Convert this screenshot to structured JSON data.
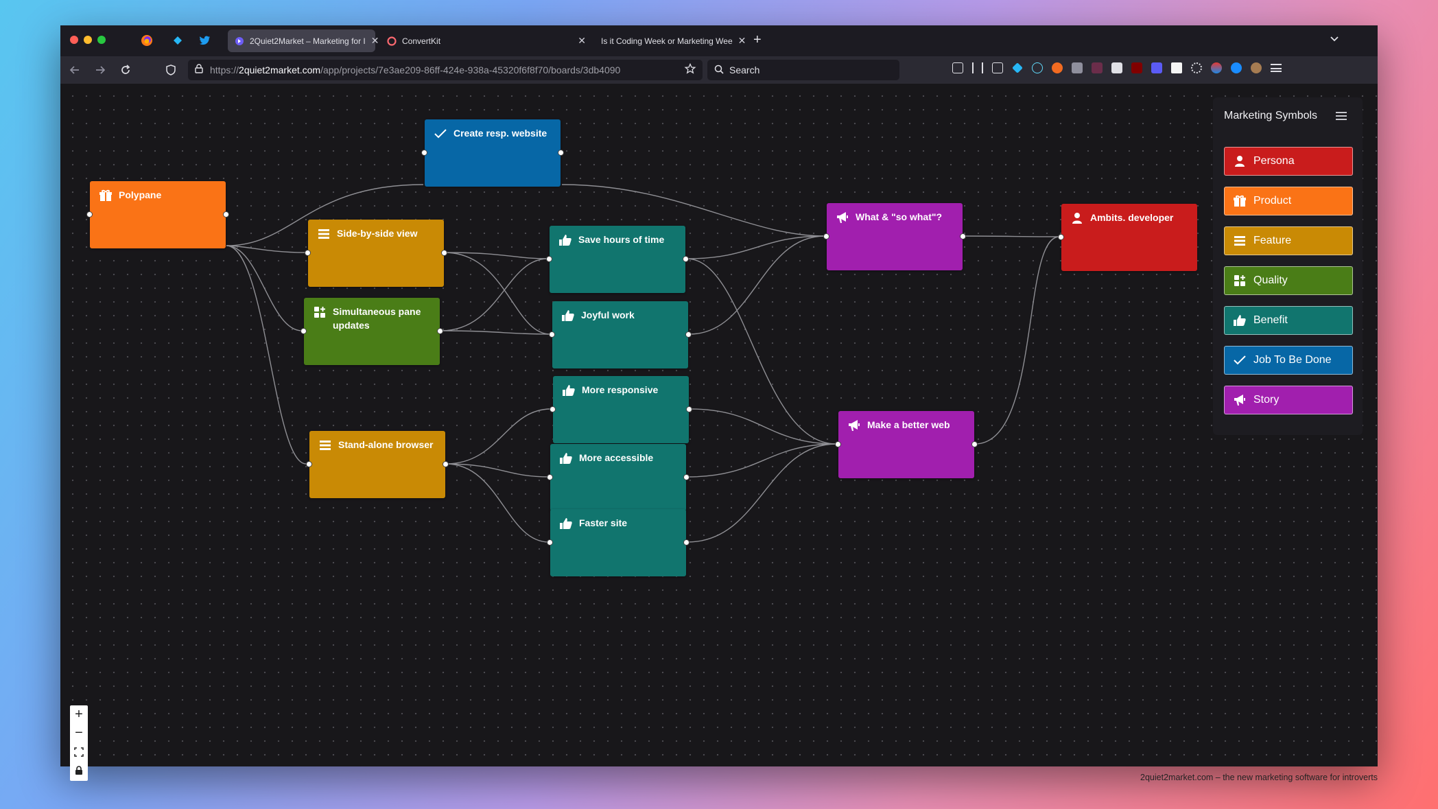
{
  "browser": {
    "tabs": [
      {
        "title": "2Quiet2Market – Marketing for I",
        "active": true
      },
      {
        "title": "ConvertKit",
        "active": false
      },
      {
        "title": "Is it Coding Week or Marketing Wee",
        "active": false
      }
    ],
    "url_prefix": "https://",
    "url_domain": "2quiet2market.com",
    "url_path": "/app/projects/7e3ae209-86ff-424e-938a-45320f6f8f70/boards/3db4090",
    "search_placeholder": "Search"
  },
  "board": {
    "nodes": [
      {
        "id": "polypane",
        "label": "Polypane",
        "type": "product"
      },
      {
        "id": "create",
        "label": "Create resp. website",
        "type": "job"
      },
      {
        "id": "sidebyside",
        "label": "Side-by-side view",
        "type": "feature"
      },
      {
        "id": "simultaneous",
        "label": "Simultaneous pane updates",
        "type": "quality"
      },
      {
        "id": "standalone",
        "label": "Stand-alone browser",
        "type": "feature"
      },
      {
        "id": "savehours",
        "label": "Save hours of time",
        "type": "benefit"
      },
      {
        "id": "joyful",
        "label": "Joyful work",
        "type": "benefit"
      },
      {
        "id": "responsive",
        "label": "More responsive",
        "type": "benefit"
      },
      {
        "id": "accessible",
        "label": "More accessible",
        "type": "benefit"
      },
      {
        "id": "faster",
        "label": "Faster site",
        "type": "benefit"
      },
      {
        "id": "whatsowhat",
        "label": "What & \"so what\"?",
        "type": "story"
      },
      {
        "id": "betterweb",
        "label": "Make a better web",
        "type": "story"
      },
      {
        "id": "ambits",
        "label": "Ambits. developer",
        "type": "persona"
      }
    ]
  },
  "legend": {
    "title": "Marketing Symbols",
    "items": [
      {
        "label": "Persona",
        "icon": "person-icon",
        "color": "#c91c1c"
      },
      {
        "label": "Product",
        "icon": "gift-icon",
        "color": "#fa7316"
      },
      {
        "label": "Feature",
        "icon": "list-icon",
        "color": "#c98a05"
      },
      {
        "label": "Quality",
        "icon": "grid-plus-icon",
        "color": "#4a7d17"
      },
      {
        "label": "Benefit",
        "icon": "thumbs-up-icon",
        "color": "#11756e"
      },
      {
        "label": "Job To Be Done",
        "icon": "check-icon",
        "color": "#0767a6"
      },
      {
        "label": "Story",
        "icon": "megaphone-icon",
        "color": "#a11fae"
      }
    ]
  },
  "footer": "2quiet2market.com – the new marketing software for introverts"
}
